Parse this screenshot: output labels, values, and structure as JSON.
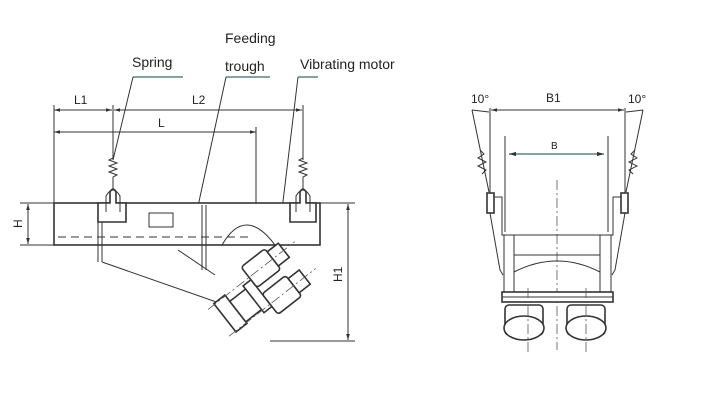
{
  "side_view": {
    "labels": {
      "feeding_line1": "Feeding",
      "feeding_line2": "trough",
      "spring": "Spring",
      "vibrating_motor": "Vibrating motor"
    },
    "dimensions": {
      "L1": "L1",
      "L2": "L2",
      "L": "L",
      "H": "H",
      "H1": "H1"
    }
  },
  "front_view": {
    "dimensions": {
      "B1": "B1",
      "B": "B",
      "angle_left": "10°",
      "angle_right": "10°"
    }
  }
}
